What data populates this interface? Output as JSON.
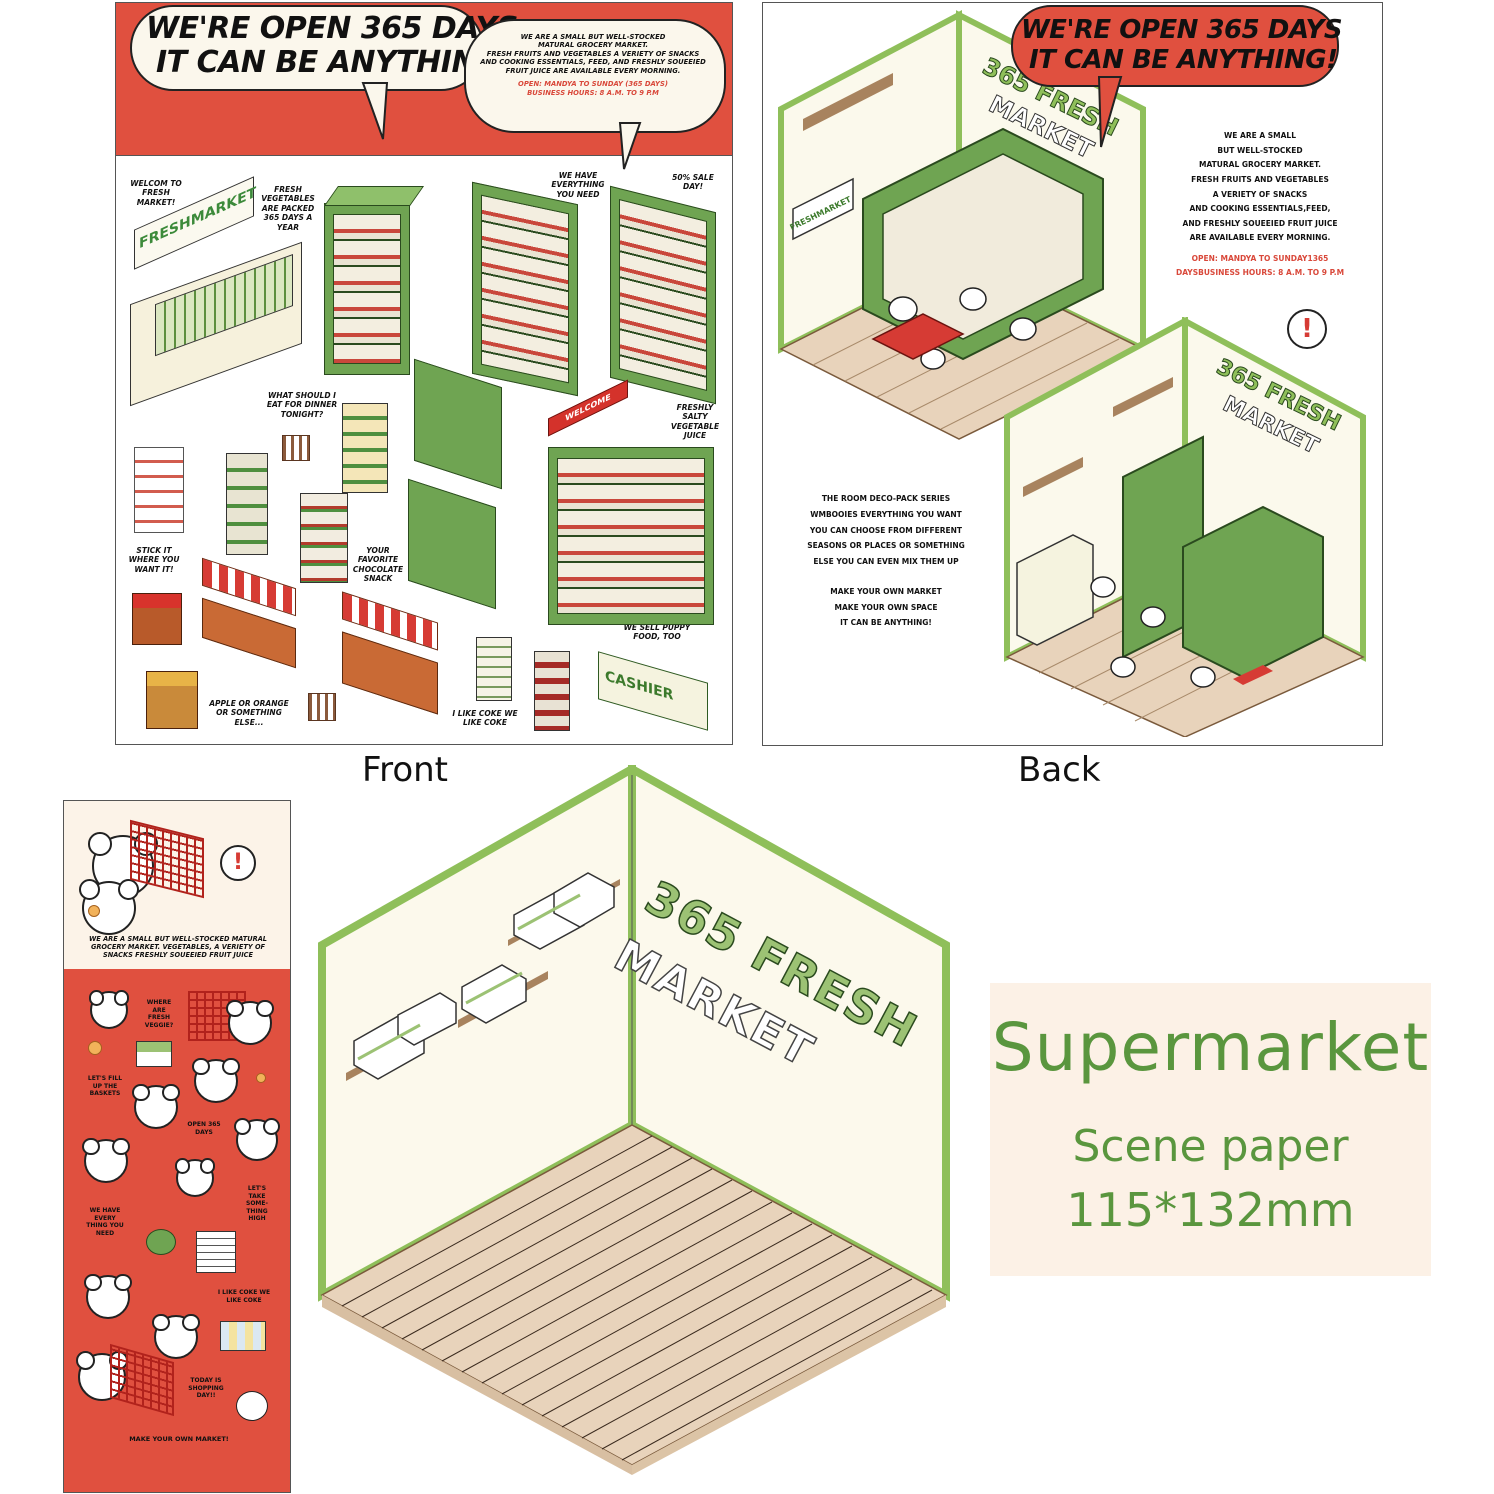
{
  "captions": {
    "front": "Front",
    "back": "Back"
  },
  "front_sheet": {
    "header_bubble": {
      "line1": "WE'RE OPEN 365 DAYS",
      "line2": "IT CAN BE ANYTHING!"
    },
    "info_bubble": {
      "lines": [
        "WE ARE A SMALL BUT WELL-STOCKED",
        "MATURAL GROCERY MARKET.",
        "FRESH FRUITS AND VEGETABLES A VERIETY OF SNACKS",
        "AND COOKING ESSENTIALS, FEED, AND FRESHLY SOUEEIED",
        "FRUIT JUICE ARE AVAILABLE EVERY MORNING."
      ],
      "hours_lines": [
        "OPEN: MANDYA TO SUNDAY (365 DAYS)",
        "BUSINESS HOURS: 8 A.M. TO 9 P.M"
      ]
    },
    "sign_text": "FRESHMARKET",
    "welcome_mat": "WELCOME",
    "cashier_text": "CASHIER",
    "notes": {
      "welcome": "WELCOM TO FRESH MARKET!",
      "fresh_veg": "FRESH VEGETABLES ARE PACKED 365 DAYS A YEAR",
      "have_everything": "WE HAVE EVERYTHING YOU NEED",
      "sale": "50% SALE DAY!",
      "dinner": "WHAT SHOULD I EAT FOR DINNER TONIGHT?",
      "juice": "FRESHLY SALTY VEGETABLE JUICE",
      "stick": "STICK IT WHERE YOU WANT IT!",
      "chocolate": "YOUR FAVORITE CHOCOLATE SNACK",
      "puppy": "WE SELL PUPPY FOOD, TOO",
      "apple": "APPLE OR ORANGE OR SOMETHING ELSE...",
      "coke": "I LIKE COKE WE LIKE COKE"
    }
  },
  "back_sheet": {
    "header_bubble": {
      "line1": "WE'RE OPEN 365 DAYS",
      "line2": "IT CAN BE ANYTHING!"
    },
    "wall_sign_1": "365 FRESH",
    "wall_sign_2": "MARKET",
    "side_sign": "FRESHMARKET",
    "info_lines": [
      "WE ARE A SMALL",
      "BUT WELL-STOCKED",
      "MATURAL GROCERY MARKET.",
      "FRESH FRUITS AND VEGETABLES",
      "A VERIETY OF SNACKS",
      "AND COOKING ESSENTIALS,FEED,",
      "AND FRESHLY SOUEEIED FRUIT JUICE",
      "ARE AVAILABLE EVERY MORNING."
    ],
    "hours_lines": [
      "OPEN: MANDYA TO SUNDAY1365",
      "DAYSBUSINESS HOURS: 8 A.M. TO 9 P.M"
    ],
    "exclaim": "!",
    "series_lines": [
      "THE ROOM DECO-PACK SERIES",
      "WMBOOIES EVERYTHING YOU WANT",
      "YOU CAN CHOOSE FROM DIFFERENT",
      "SEASONS OR PLACES OR SOMETHING",
      "ELSE YOU CAN EVEN MIX THEM UP"
    ],
    "slogan_lines": [
      "MAKE YOUR OWN MARKET",
      "MAKE YOUR OWN SPACE",
      "IT CAN BE ANYTHING!"
    ]
  },
  "sticker_strip": {
    "exclaim": "!",
    "intro": "WE ARE A SMALL BUT WELL-STOCKED MATURAL GROCERY MARKET. VEGETABLES, A VERIETY OF SNACKS FRESHLY SOUEEIED FRUIT JUICE",
    "notes": {
      "where_veggie": "WHERE ARE FRESH VEGGIE?",
      "fill_basket": "LET'S FILL UP THE BASKETS",
      "open_365": "OPEN 365 DAYS",
      "take_something": "LET'S TAKE SOME-THING HIGH",
      "have_everything": "WE HAVE EVERY THING YOU NEED",
      "coke": "I LIKE COKE WE LIKE COKE",
      "shopping_day": "TODAY IS SHOPPING DAY!!",
      "footer": "MAKE YOUR OWN MARKET!"
    }
  },
  "room_scene": {
    "sign_line1": "365 FRESH",
    "sign_line2": "MARKET"
  },
  "promo": {
    "title": "Supermarket",
    "subtitle": "Scene paper",
    "size": "115*132mm"
  },
  "colors": {
    "red": "#e0503f",
    "green": "#6fa452",
    "light_green": "#9cc274",
    "cream": "#fcf9ec",
    "promo_bg": "#fcf1e6",
    "promo_text": "#5a963e",
    "floor": "#e8d3bb"
  }
}
